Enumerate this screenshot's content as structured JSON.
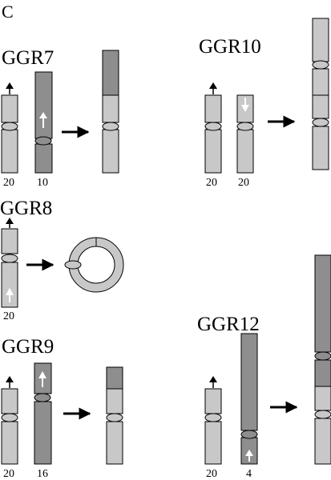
{
  "panel_label": "C",
  "groups": [
    {
      "label": "GGR7",
      "numbers": [
        "20",
        "10"
      ]
    },
    {
      "label": "GGR10",
      "numbers": [
        "20",
        "20"
      ]
    },
    {
      "label": "GGR8",
      "numbers": [
        "20"
      ]
    },
    {
      "label": "GGR9",
      "numbers": [
        "20",
        "16"
      ]
    },
    {
      "label": "GGR12",
      "numbers": [
        "20",
        "4"
      ]
    }
  ],
  "colors": {
    "light": "#c8c8c8",
    "dark": "#8e8e8e",
    "line": "#000000",
    "background": "#ffffff"
  }
}
